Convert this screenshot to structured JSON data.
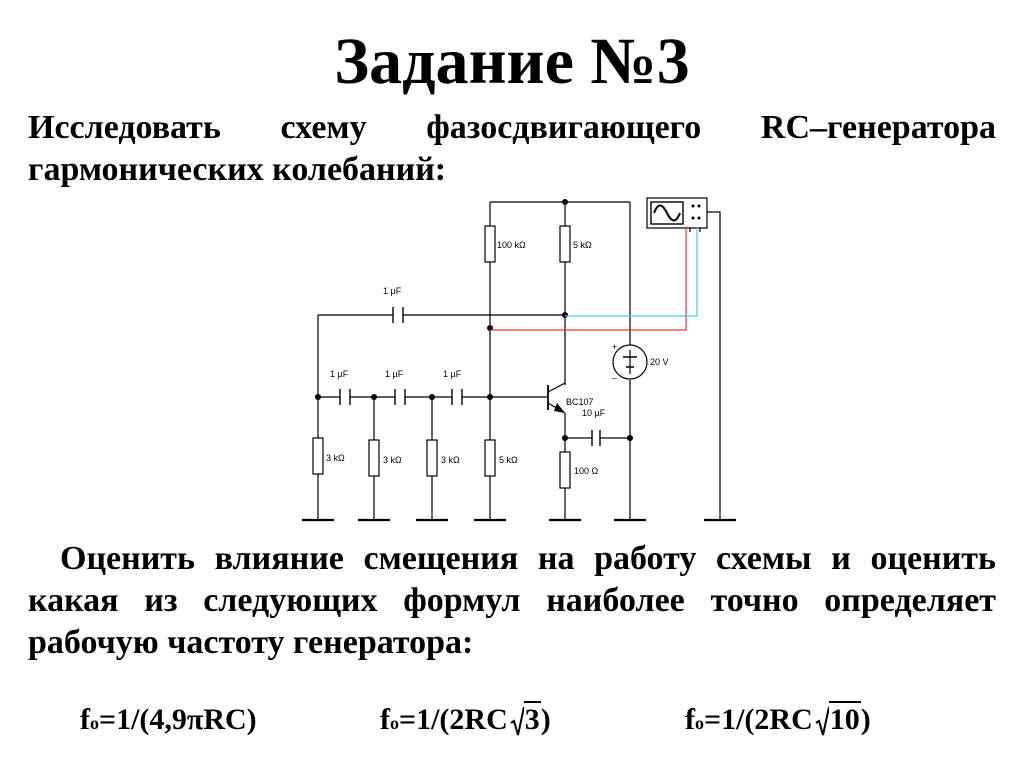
{
  "title": "Задание №3",
  "intro": "Исследовать схему фазосдвигающего RC–генератора гармонических колебаний:",
  "task": "Оценить влияние смещения на работу схемы и оценить какая из следующих формул наиболее точно определяет рабочую частоту генератора:",
  "circuit": {
    "components": {
      "c_feedback": "1 µF",
      "c1": "1 µF",
      "c2": "1 µF",
      "c3": "1 µF",
      "r1": "3 kΩ",
      "r2": "3 kΩ",
      "r3": "3 kΩ",
      "r_base": "5 kΩ",
      "r_bias": "100 kΩ",
      "r_collector": "5 kΩ",
      "r_emitter": "100 Ω",
      "c_emitter": "10 µF",
      "transistor": "BC107",
      "source": "20 V",
      "plus": "+",
      "minus": "–"
    },
    "oscilloscope_icon": "sine-wave-icon",
    "wire_colors": {
      "main": "#000000",
      "probe_a": "#e53935",
      "probe_b": "#4fc3f7"
    }
  },
  "formulas": {
    "f1": {
      "lhs": "f",
      "sub": "o",
      "rhs": "=1/(4,9πRC)"
    },
    "f2": {
      "lhs": "f",
      "sub": "o",
      "pre": "=1/(2RC",
      "rad": "3",
      "post": ")"
    },
    "f3": {
      "lhs": "f",
      "sub": "o",
      "pre": "=1/(2RC",
      "rad": "10",
      "post": ")"
    }
  }
}
